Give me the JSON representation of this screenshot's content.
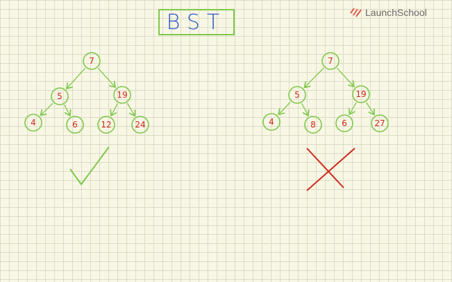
{
  "title": "BST",
  "brand": {
    "name": "LaunchSchool",
    "logo_icon": "launchschool-stripes-icon"
  },
  "colors": {
    "node": "#7ec84c",
    "label": "#cc2a1e",
    "check": "#7ec84c",
    "cross": "#cc2a1e",
    "title": "#2b58c8"
  },
  "trees": [
    {
      "verdict": "valid",
      "nodes": [
        "7",
        "5",
        "19",
        "4",
        "6",
        "12",
        "24"
      ]
    },
    {
      "verdict": "invalid",
      "nodes": [
        "7",
        "5",
        "19",
        "4",
        "8",
        "6",
        "27"
      ]
    }
  ]
}
